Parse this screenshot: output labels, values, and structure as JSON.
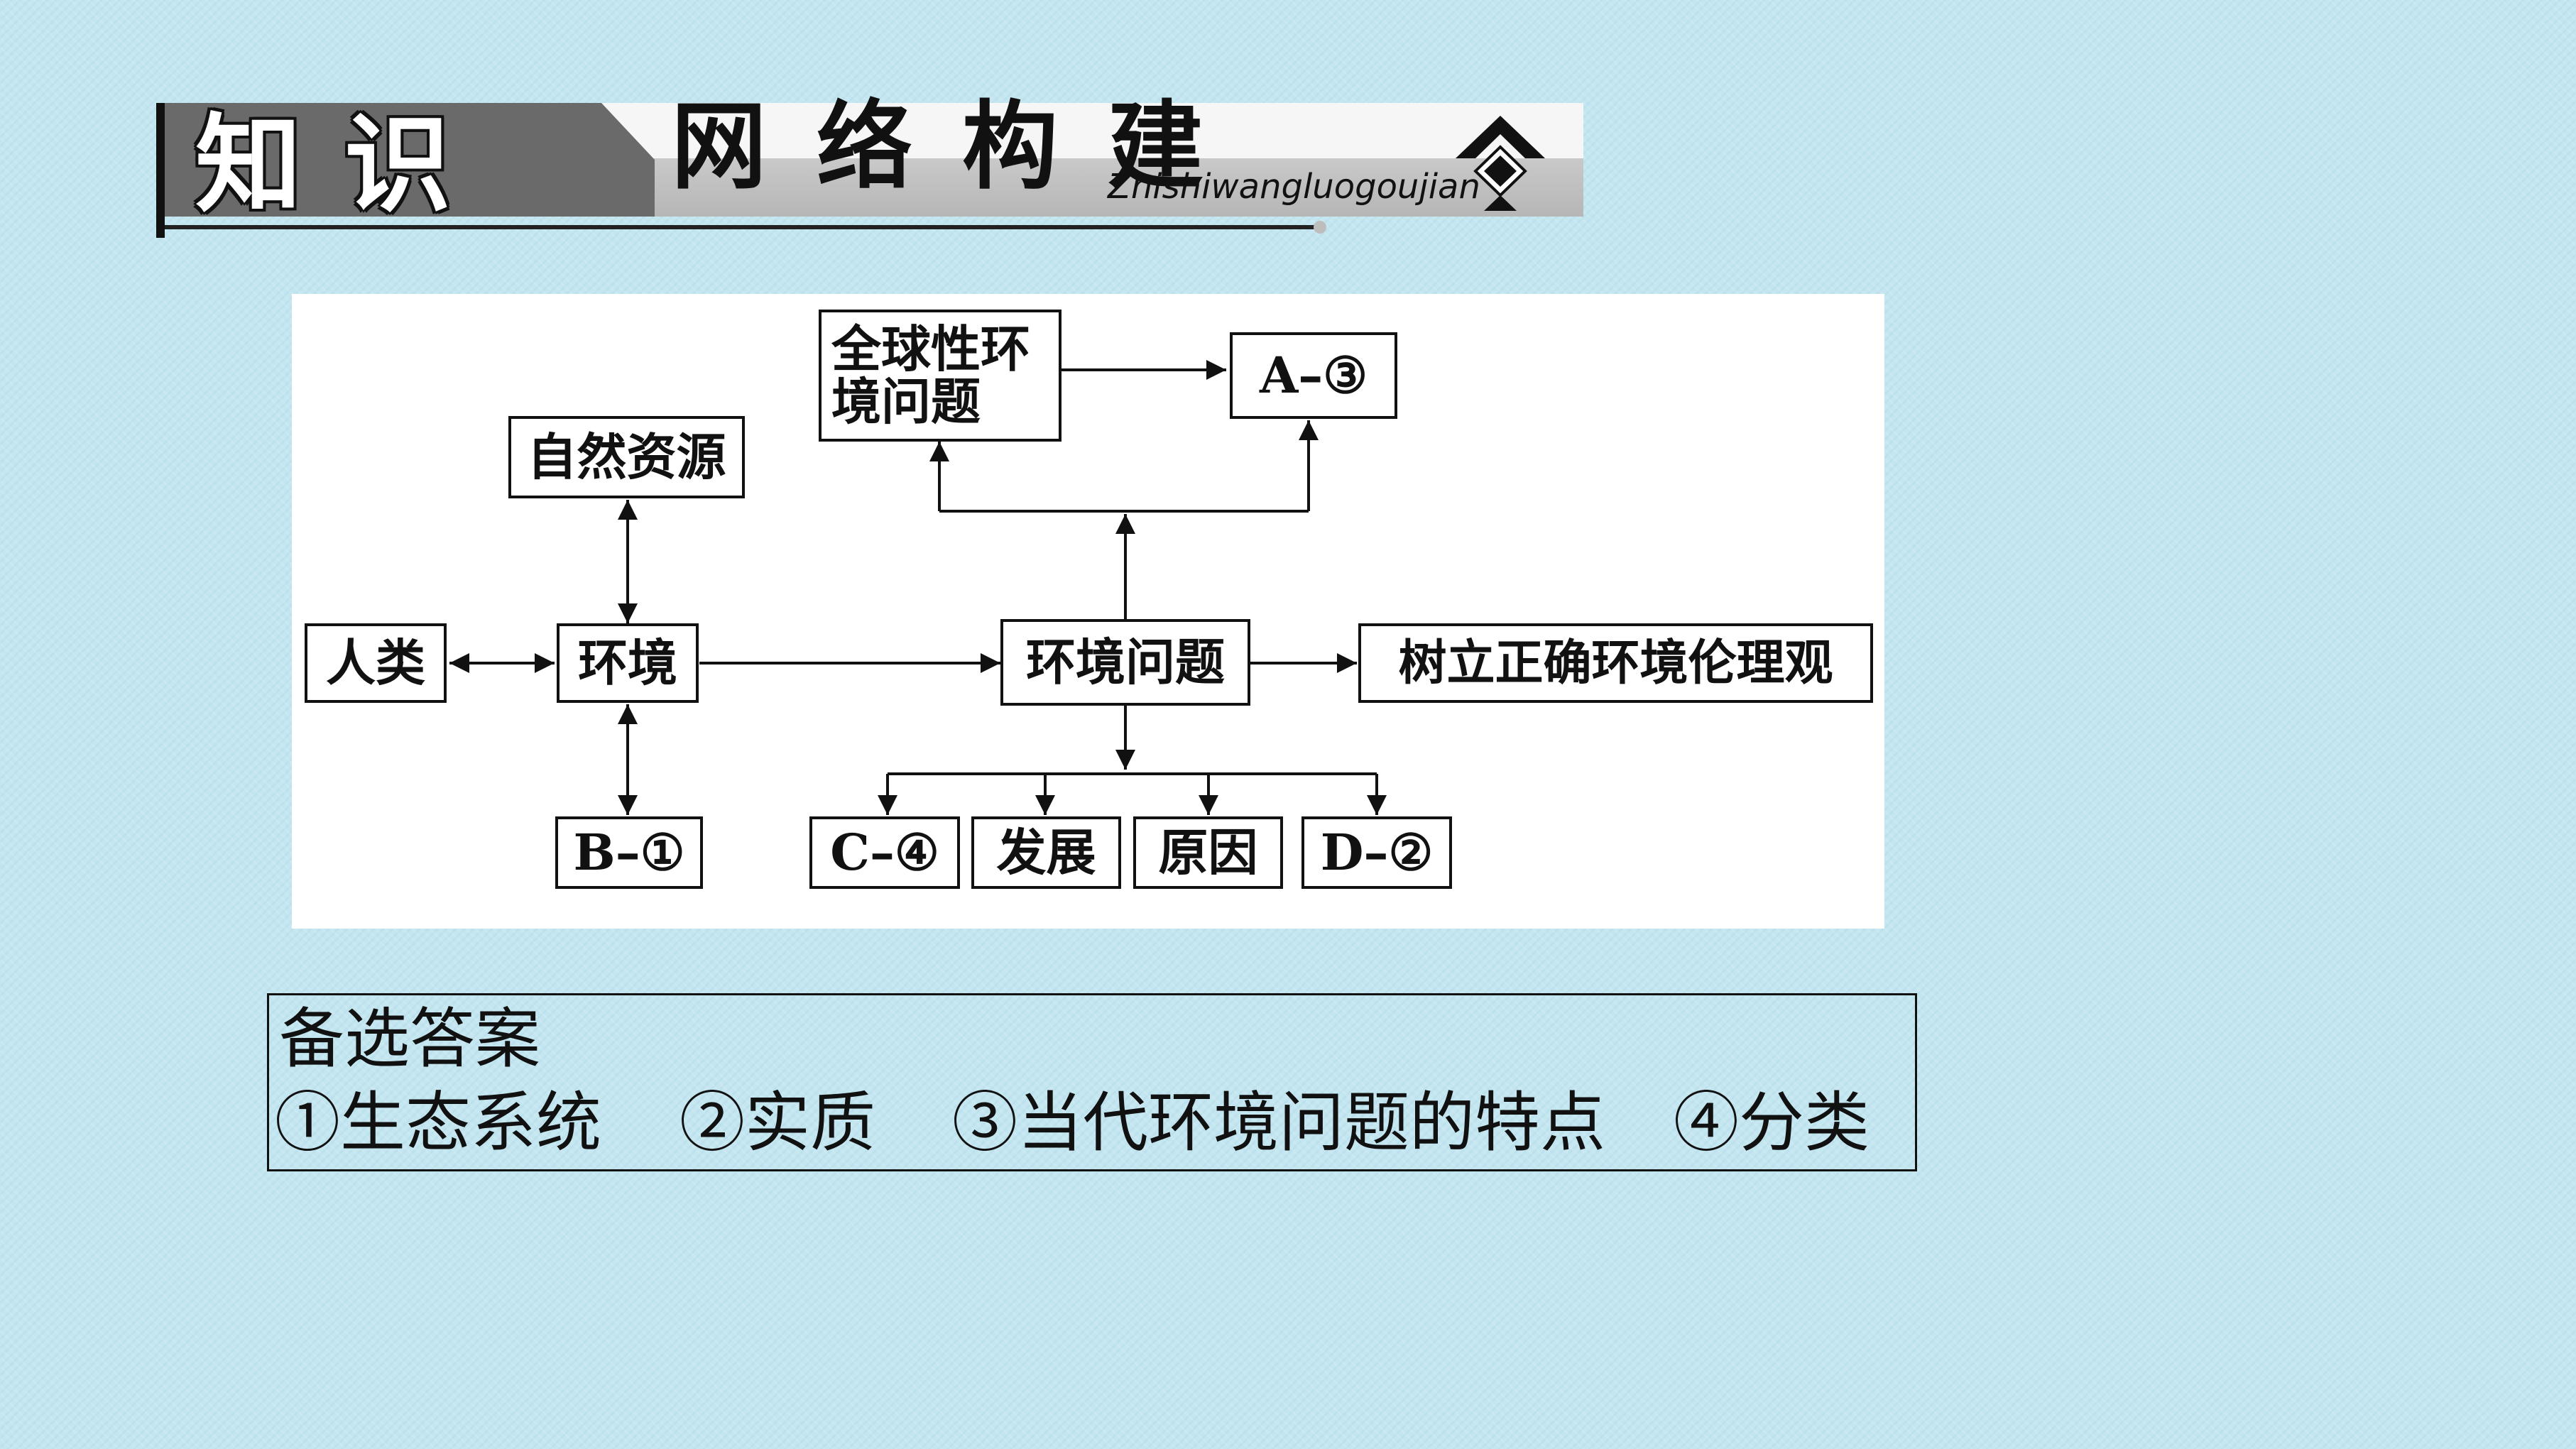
{
  "header": {
    "title_part1": "知识",
    "title_part2": "网络构建",
    "pinyin": "Zhishiwangluogoujian"
  },
  "diagram": {
    "nodes": {
      "renlei": "人类",
      "huanjing": "环境",
      "ziran_ziyuan": "自然资源",
      "b1": "B–①",
      "huanjing_wenti": "环境问题",
      "quanqiu_line1": "全球性环",
      "quanqiu_line2": "境问题",
      "a3": "A–③",
      "shuli": "树立正确环境伦理观",
      "c4": "C–④",
      "fazhan": "发展",
      "yuanyin": "原因",
      "d2": "D–②"
    }
  },
  "answers": {
    "title": "备选答案",
    "options": [
      "①生态系统",
      "②实质",
      "③当代环境问题的特点",
      "④分类"
    ]
  },
  "colors": {
    "background": "#c4e6f0",
    "ink": "#111111",
    "panel": "#ffffff"
  }
}
